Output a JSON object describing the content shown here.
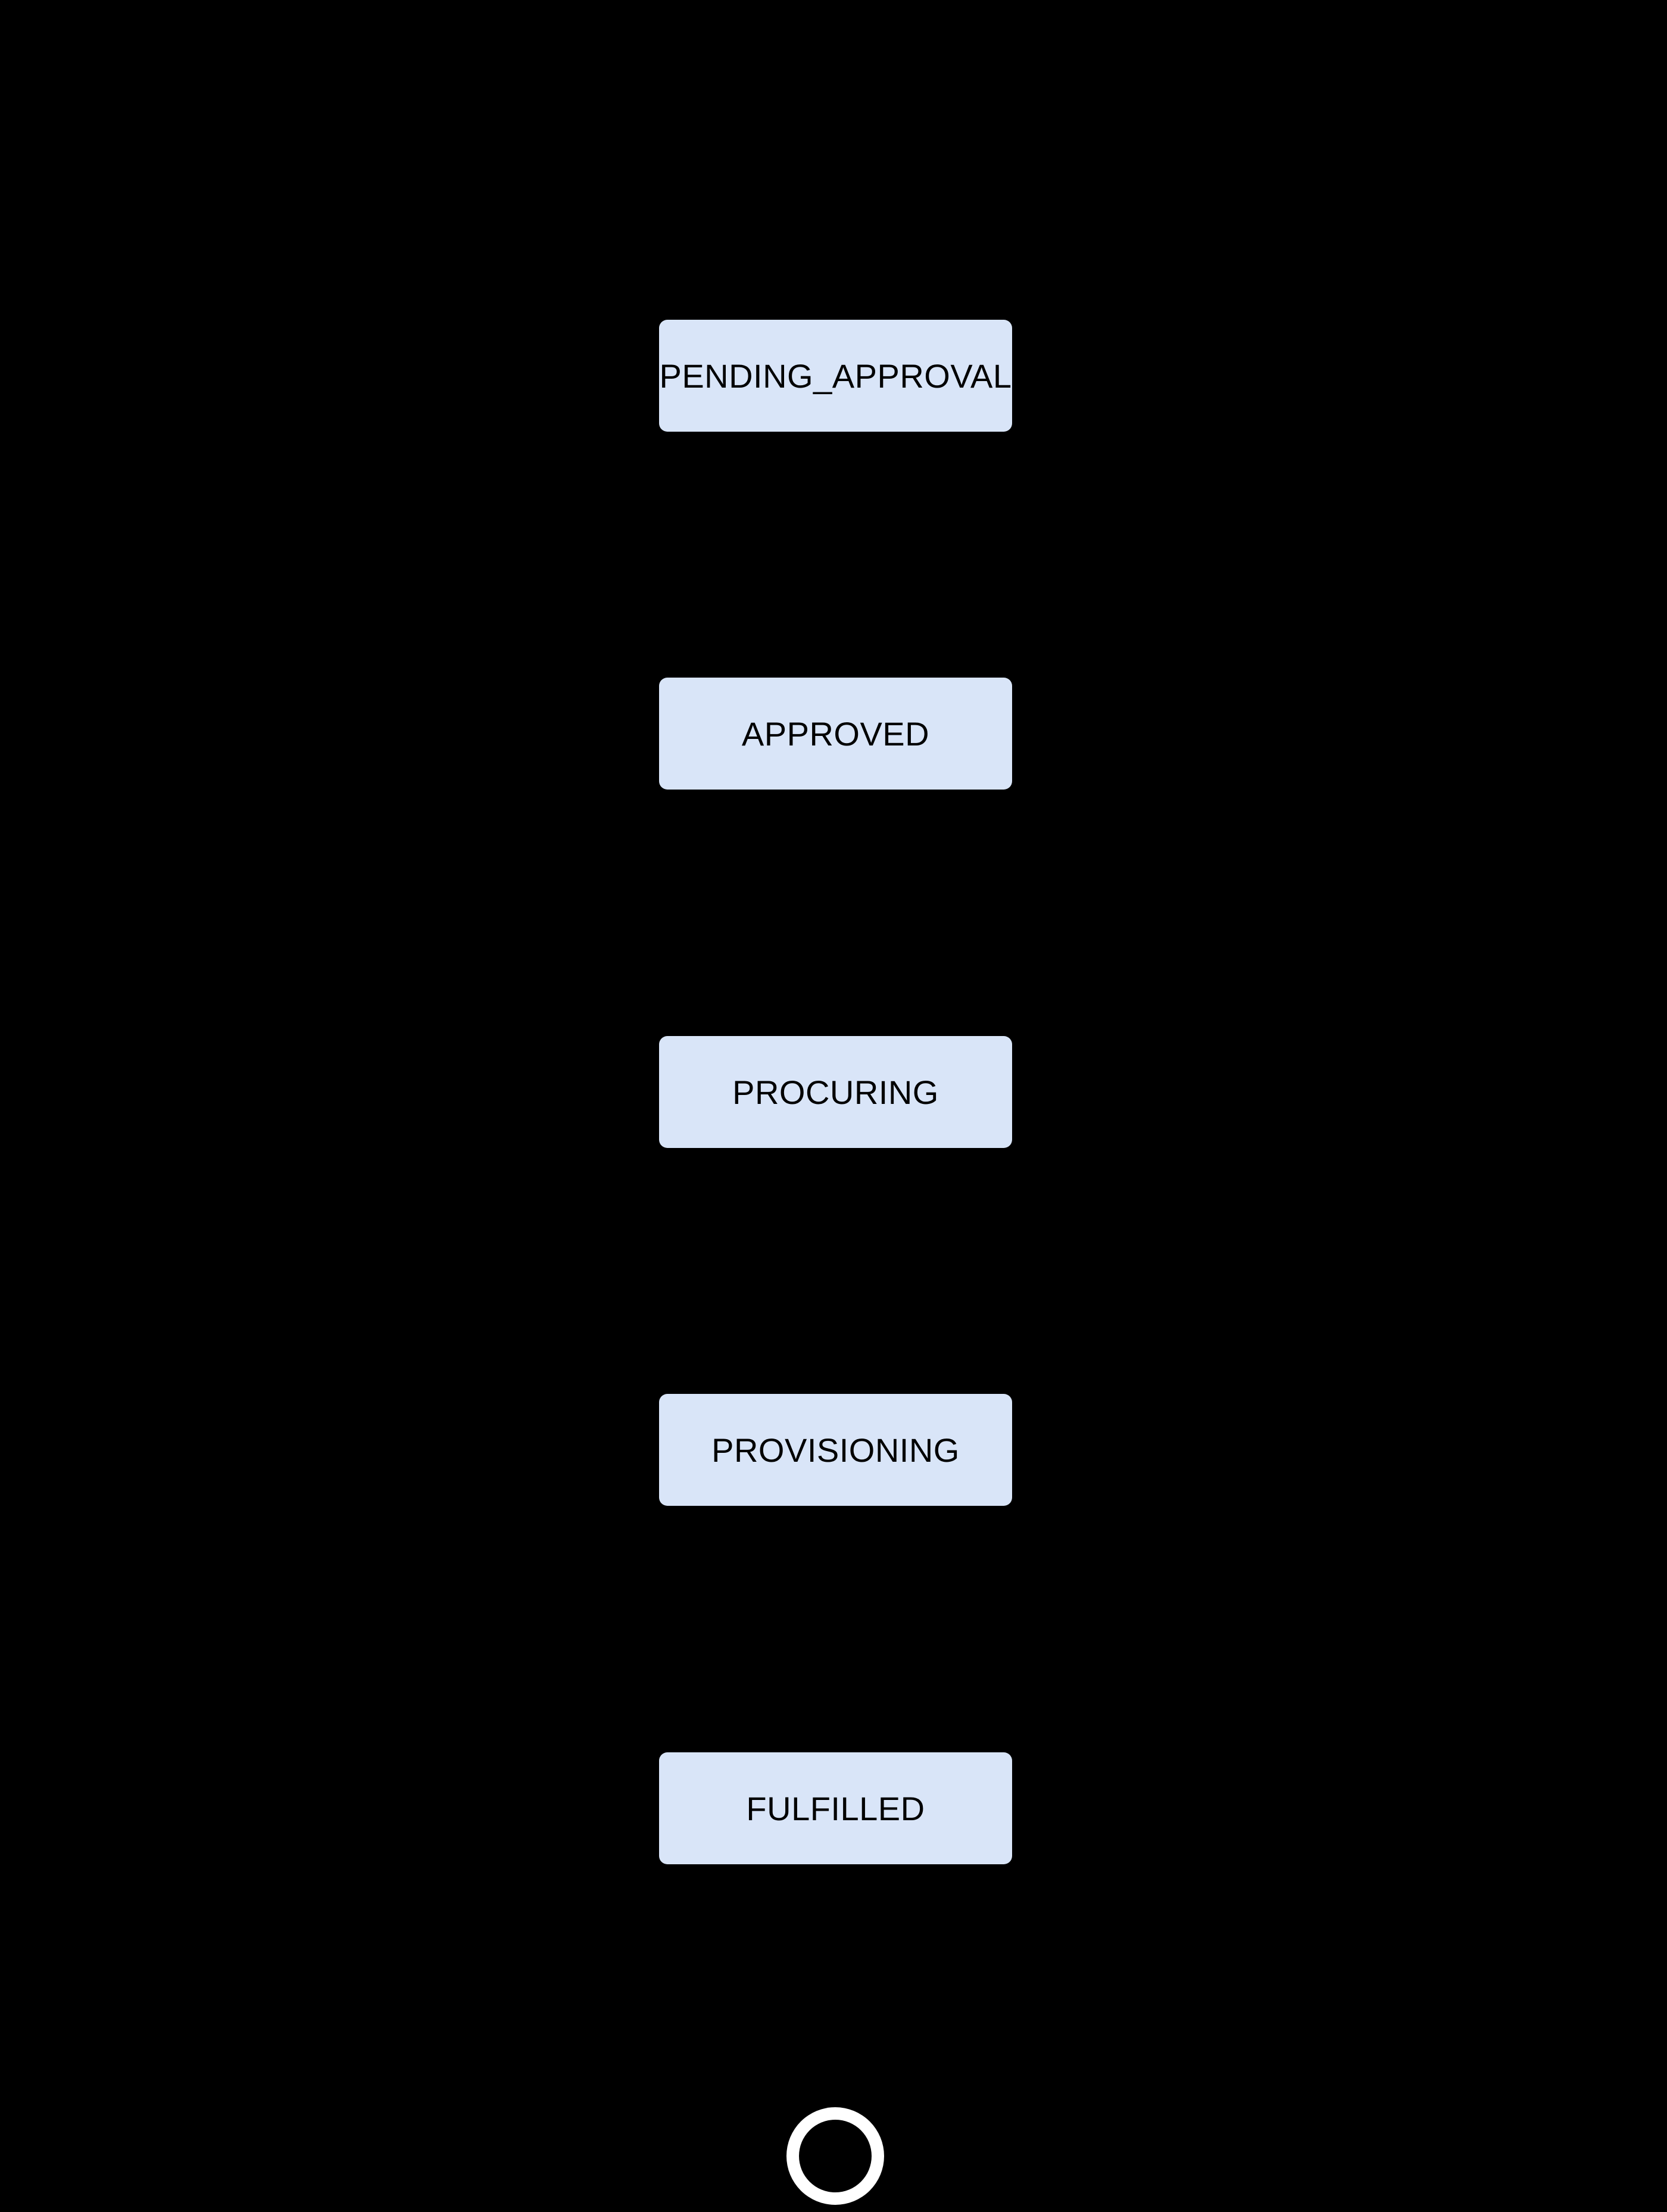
{
  "diagram": {
    "type": "state-flow",
    "orientation": "vertical",
    "colors": {
      "background": "#000000",
      "node_fill": "#d9e5f8",
      "node_text": "#000000",
      "final_ring": "#ffffff",
      "final_center": "#000000"
    },
    "states": [
      {
        "id": "pending-approval",
        "label": "PENDING_APPROVAL"
      },
      {
        "id": "approved",
        "label": "APPROVED"
      },
      {
        "id": "procuring",
        "label": "PROCURING"
      },
      {
        "id": "provisioning",
        "label": "PROVISIONING"
      },
      {
        "id": "fulfilled",
        "label": "FULFILLED"
      }
    ],
    "final_state": {
      "id": "end",
      "shape": "ring"
    }
  }
}
